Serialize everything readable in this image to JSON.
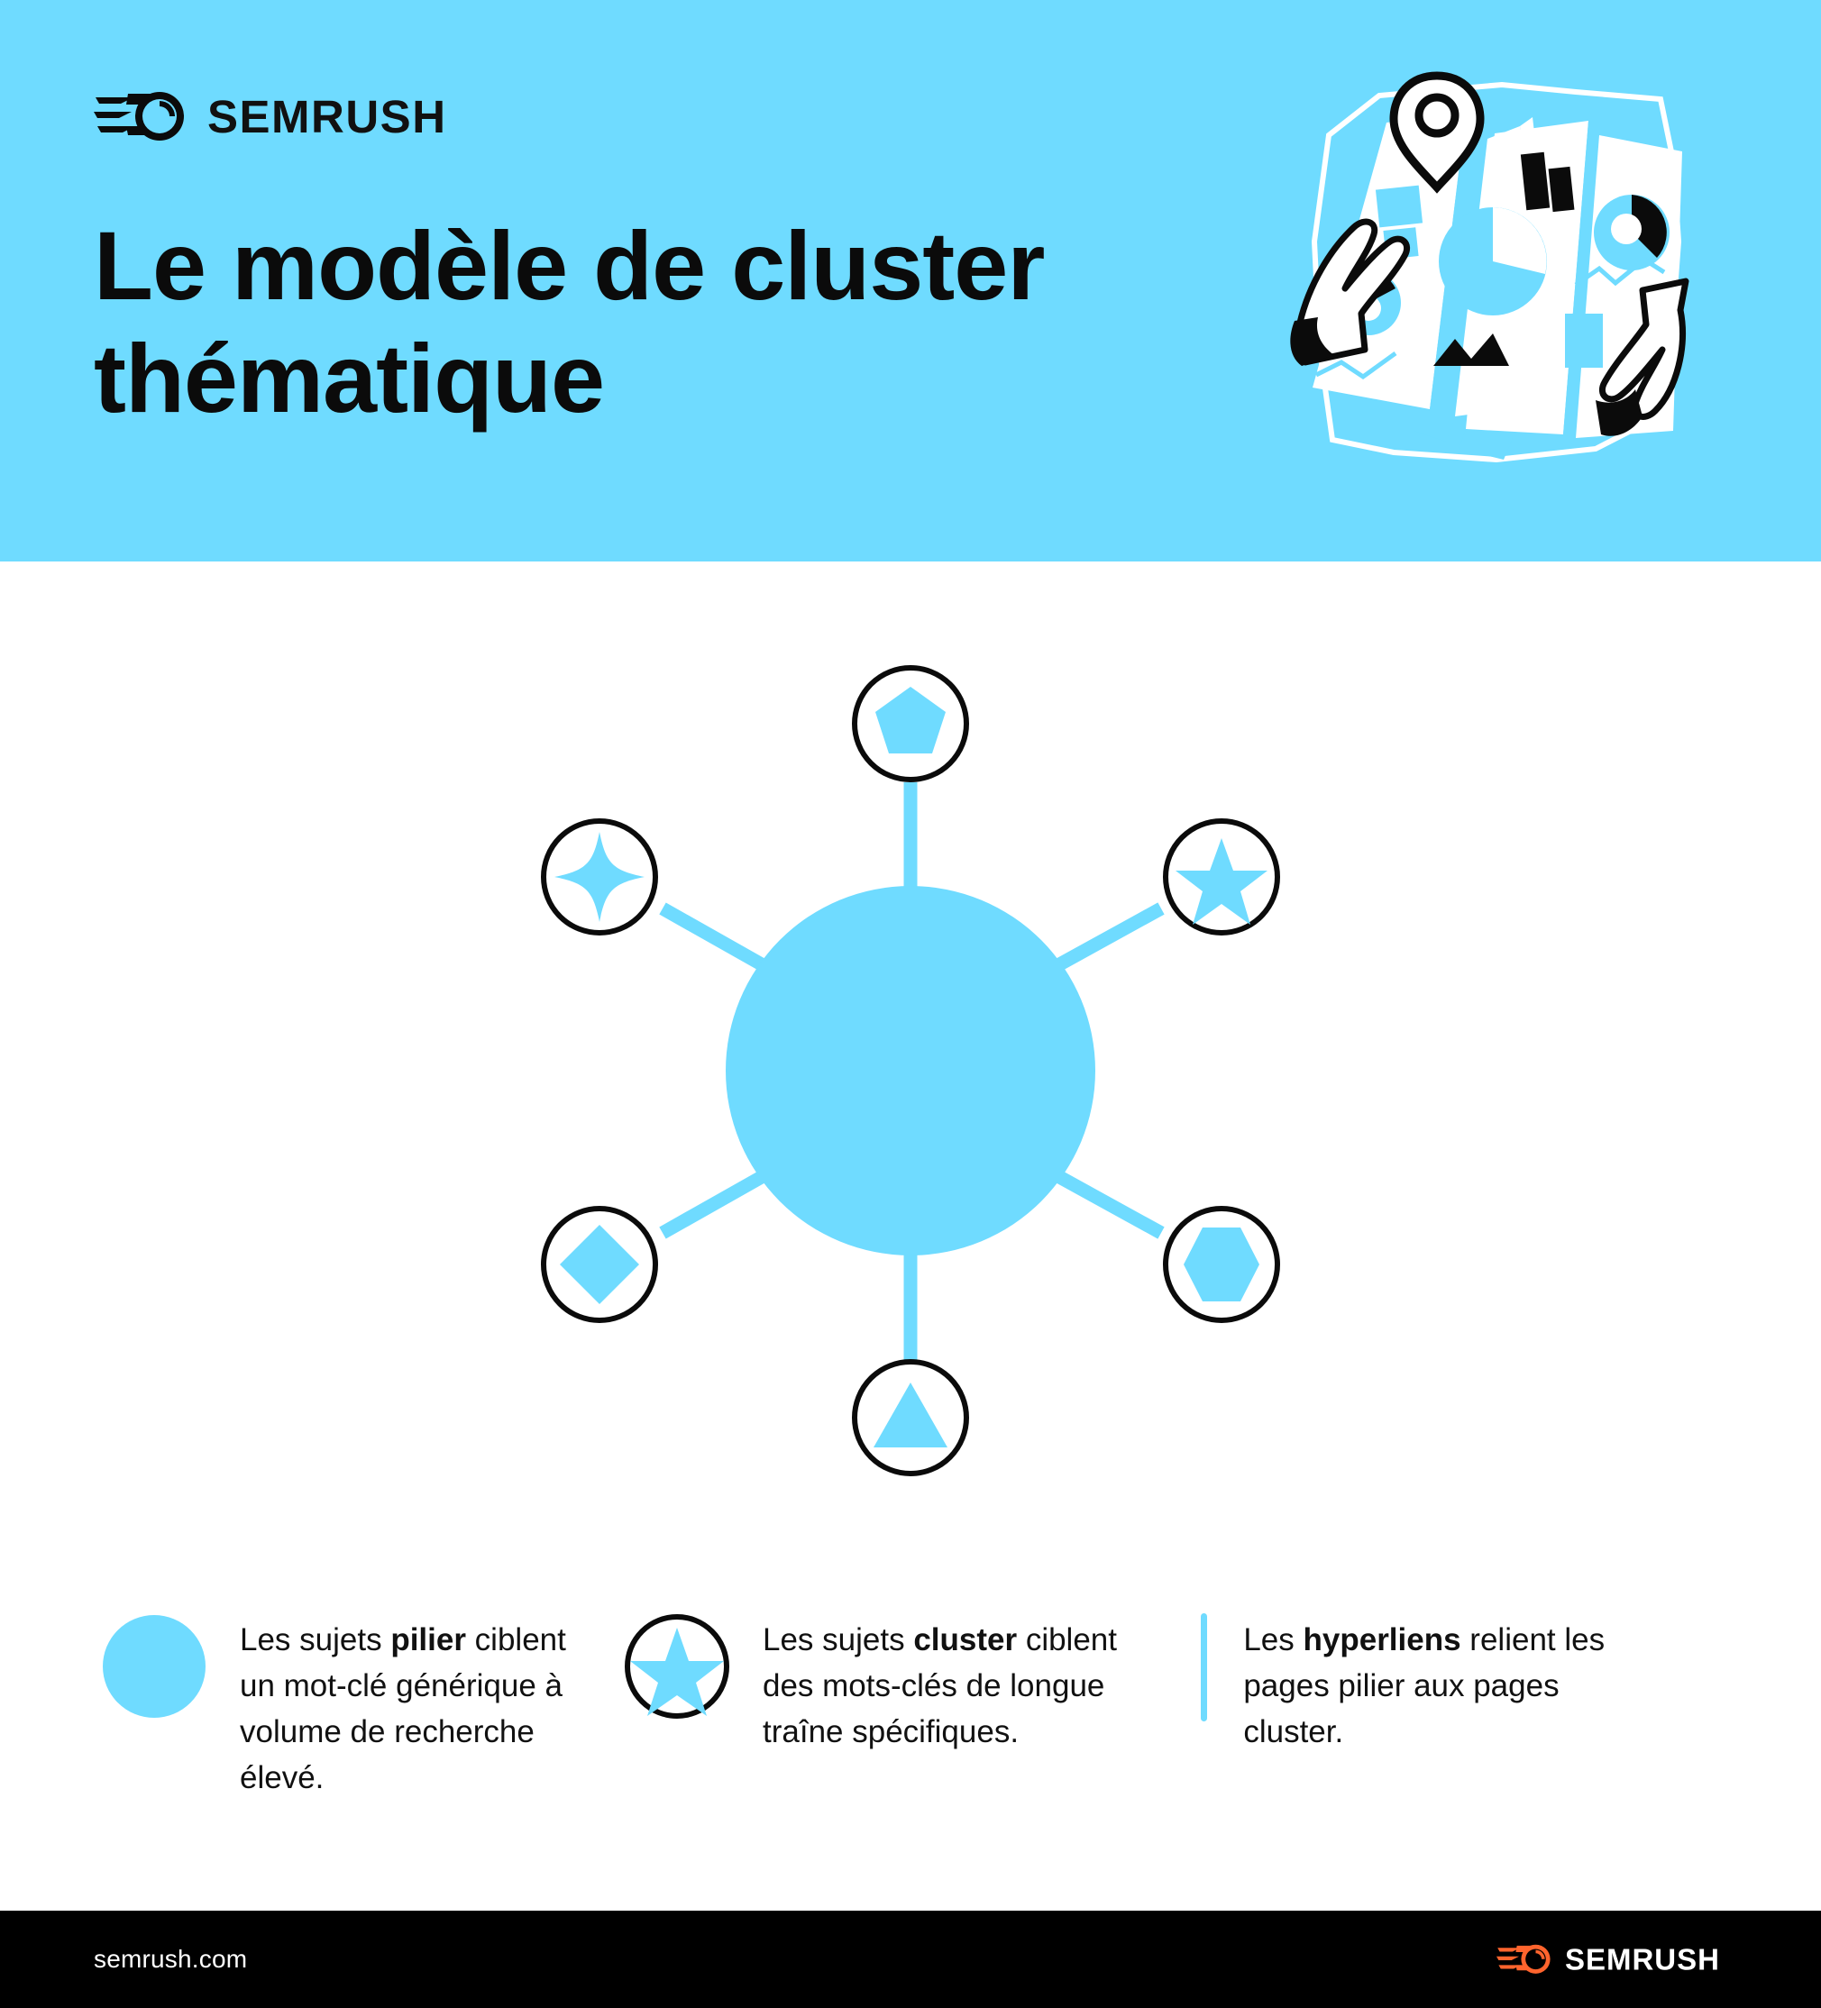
{
  "theme": {
    "brand_blue": "#6FDBFF",
    "accent_orange": "#FF642D",
    "ink": "#111111",
    "paper": "#FFFFFF",
    "footer_bg": "#000000"
  },
  "header": {
    "logo_icon": "semrush-comet-icon",
    "brand_name": "SEMRUSH",
    "title": "Le modèle de cluster thématique",
    "illustration_name": "hands-holding-folded-map-with-charts-and-location-pin"
  },
  "diagram": {
    "name": "topic-cluster-hub-and-spoke-diagram",
    "pillar": {
      "label": "pillar-hub",
      "shape": "circle",
      "fill": "#6FDBFF"
    },
    "spoke": {
      "color": "#6FDBFF",
      "count": 6
    },
    "clusters": [
      {
        "position": "top",
        "shape": "pentagon",
        "icon_name": "pentagon-icon"
      },
      {
        "position": "upper-right",
        "shape": "star-5-point",
        "icon_name": "star-icon"
      },
      {
        "position": "lower-right",
        "shape": "hexagon",
        "icon_name": "hexagon-icon"
      },
      {
        "position": "bottom",
        "shape": "triangle",
        "icon_name": "triangle-icon"
      },
      {
        "position": "lower-left",
        "shape": "diamond",
        "icon_name": "diamond-icon"
      },
      {
        "position": "upper-left",
        "shape": "sparkle-4-point",
        "icon_name": "sparkle-icon"
      }
    ]
  },
  "legend": {
    "items": [
      {
        "glyph": "filled-circle",
        "lead": "Les sujets ",
        "bold": "pilier",
        "tail": " ciblent un mot-clé générique à volume de recherche élevé."
      },
      {
        "glyph": "outlined-circle-with-star",
        "lead": "Les sujets ",
        "bold": "cluster",
        "tail": " ciblent des mots-clés de longue traîne spécifiques."
      },
      {
        "glyph": "vertical-bar",
        "lead": "Les ",
        "bold": "hyperliens",
        "tail": " relient les pages pilier aux pages cluster."
      }
    ]
  },
  "footer": {
    "url": "semrush.com",
    "logo_icon": "semrush-comet-icon",
    "brand_name": "SEMRUSH"
  }
}
